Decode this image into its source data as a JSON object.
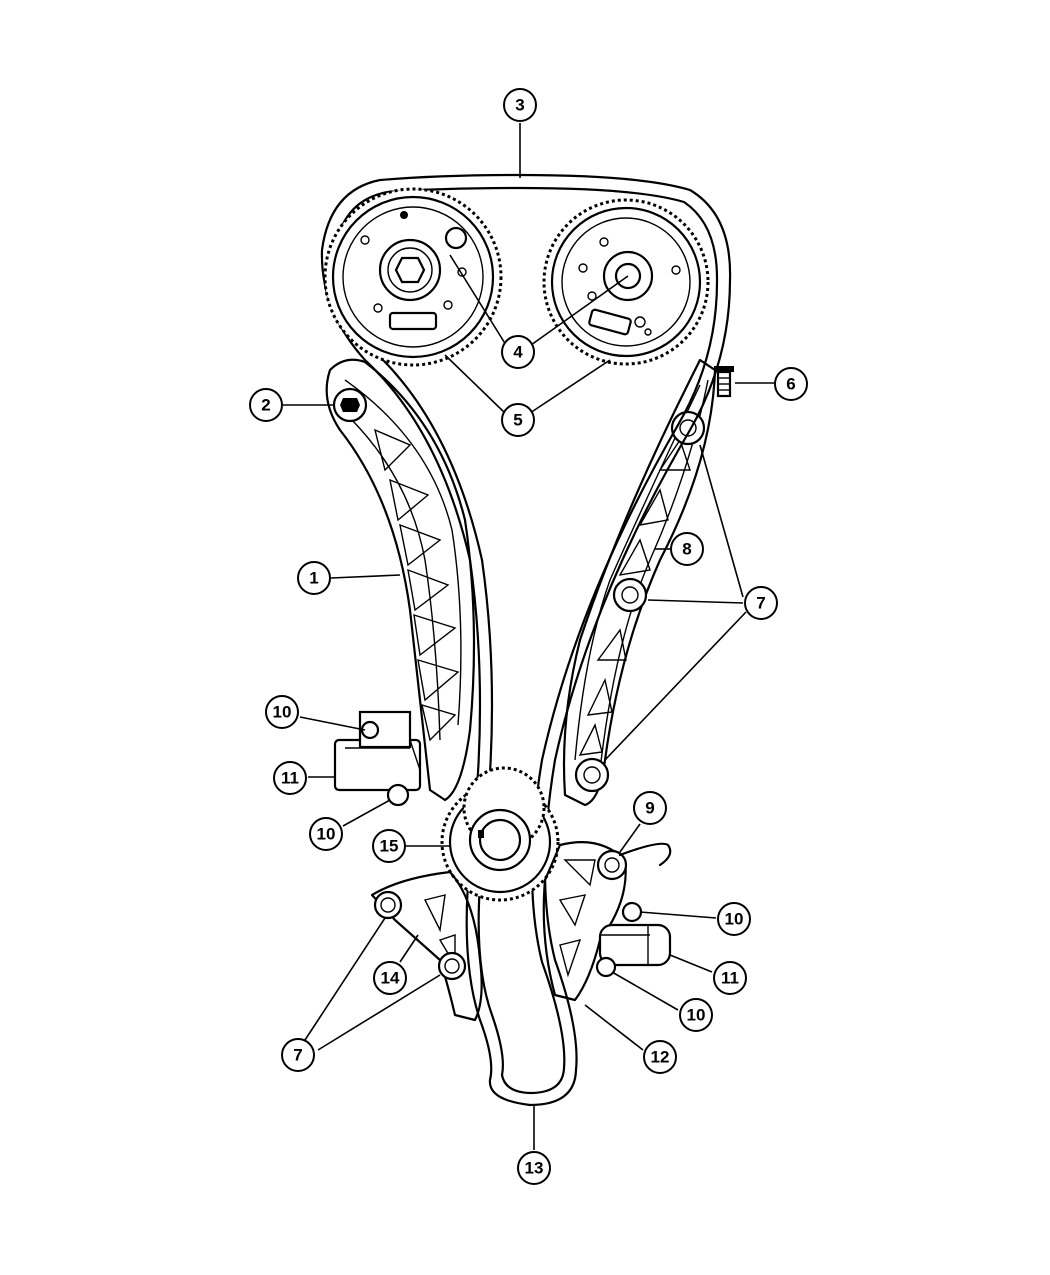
{
  "callouts": [
    {
      "id": "c1",
      "label": "1"
    },
    {
      "id": "c2",
      "label": "2"
    },
    {
      "id": "c3",
      "label": "3"
    },
    {
      "id": "c4",
      "label": "4"
    },
    {
      "id": "c5",
      "label": "5"
    },
    {
      "id": "c6",
      "label": "6"
    },
    {
      "id": "c7a",
      "label": "7"
    },
    {
      "id": "c7b",
      "label": "7"
    },
    {
      "id": "c8",
      "label": "8"
    },
    {
      "id": "c9",
      "label": "9"
    },
    {
      "id": "c10a",
      "label": "10"
    },
    {
      "id": "c10b",
      "label": "10"
    },
    {
      "id": "c10c",
      "label": "10"
    },
    {
      "id": "c10d",
      "label": "10"
    },
    {
      "id": "c11a",
      "label": "11"
    },
    {
      "id": "c11b",
      "label": "11"
    },
    {
      "id": "c12",
      "label": "12"
    },
    {
      "id": "c13",
      "label": "13"
    },
    {
      "id": "c14",
      "label": "14"
    },
    {
      "id": "c15",
      "label": "15"
    }
  ]
}
